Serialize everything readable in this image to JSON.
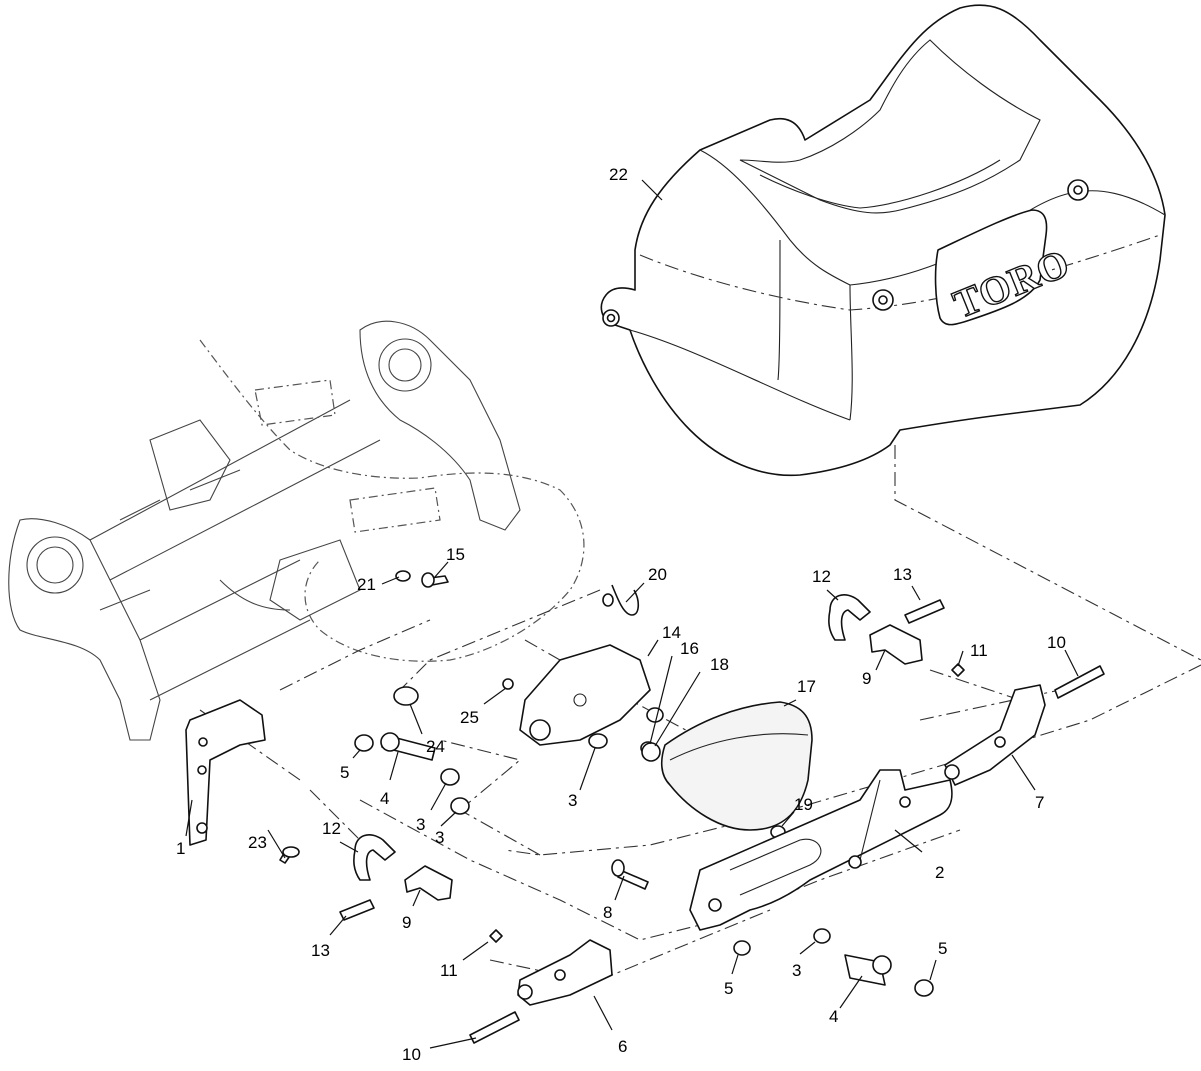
{
  "diagram": {
    "brand_logo": "TORO",
    "callouts": [
      {
        "id": "c22",
        "label": "22"
      },
      {
        "id": "c15",
        "label": "15"
      },
      {
        "id": "c20",
        "label": "20"
      },
      {
        "id": "c21",
        "label": "21"
      },
      {
        "id": "c14",
        "label": "14"
      },
      {
        "id": "c16",
        "label": "16"
      },
      {
        "id": "c18",
        "label": "18"
      },
      {
        "id": "c17",
        "label": "17"
      },
      {
        "id": "c12a",
        "label": "12"
      },
      {
        "id": "c13a",
        "label": "13"
      },
      {
        "id": "c11a",
        "label": "11"
      },
      {
        "id": "c10a",
        "label": "10"
      },
      {
        "id": "c9a",
        "label": "9"
      },
      {
        "id": "c7",
        "label": "7"
      },
      {
        "id": "c25",
        "label": "25"
      },
      {
        "id": "c24",
        "label": "24"
      },
      {
        "id": "c5a",
        "label": "5"
      },
      {
        "id": "c4a",
        "label": "4"
      },
      {
        "id": "c3a",
        "label": "3"
      },
      {
        "id": "c3b",
        "label": "3"
      },
      {
        "id": "c3c",
        "label": "3"
      },
      {
        "id": "c19",
        "label": "19"
      },
      {
        "id": "c1",
        "label": "1"
      },
      {
        "id": "c23",
        "label": "23"
      },
      {
        "id": "c2",
        "label": "2"
      },
      {
        "id": "c12b",
        "label": "12"
      },
      {
        "id": "c9b",
        "label": "9"
      },
      {
        "id": "c13b",
        "label": "13"
      },
      {
        "id": "c8",
        "label": "8"
      },
      {
        "id": "c11b",
        "label": "11"
      },
      {
        "id": "c5b",
        "label": "5"
      },
      {
        "id": "c3d",
        "label": "3"
      },
      {
        "id": "c5c",
        "label": "5"
      },
      {
        "id": "c4b",
        "label": "4"
      },
      {
        "id": "c6",
        "label": "6"
      },
      {
        "id": "c10b",
        "label": "10"
      }
    ]
  }
}
